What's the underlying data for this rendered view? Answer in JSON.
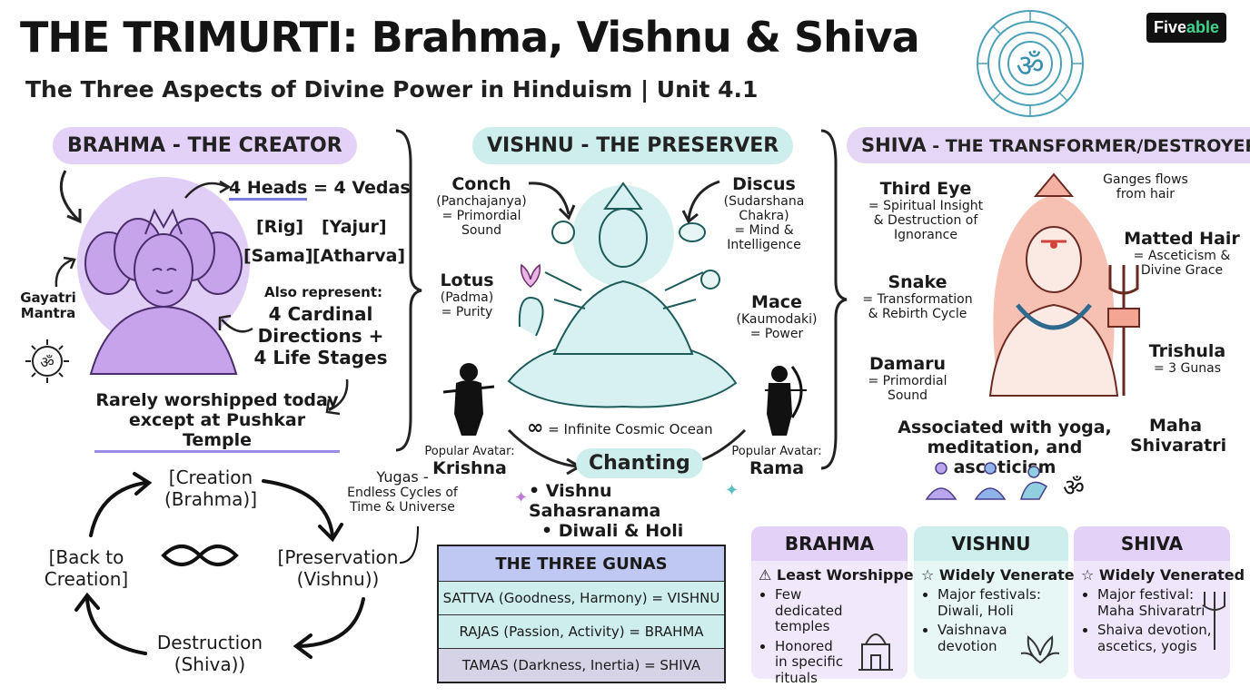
{
  "header": {
    "title": "THE TRIMURTI: Brahma, Vishnu & Shiva",
    "subtitle": "The Three Aspects of Divine Power in Hinduism | Unit 4.1",
    "brand_prefix": "Five",
    "brand_suffix": "able"
  },
  "brahma": {
    "heading": "BRAHMA - THE CREATOR",
    "heads_left": "4 Heads",
    "heads_right": " = 4 Vedas",
    "vedas": [
      "[Rig]",
      "[Yajur]",
      "[Sama]",
      "[Atharva]"
    ],
    "also_label": "Also represent:",
    "also_lines": [
      "4 Cardinal",
      "Directions +",
      "4 Life Stages"
    ],
    "gayatri": [
      "Gayatri",
      "Mantra"
    ],
    "note_lines": [
      "Rarely worshipped today",
      "except at Pushkar Temple"
    ]
  },
  "vishnu": {
    "heading": "VISHNU - THE PRESERVER",
    "conch": [
      "Conch",
      "(Panchajanya)",
      "= Primordial",
      "Sound"
    ],
    "discus": [
      "Discus",
      "(Sudarshana",
      "Chakra)",
      "= Mind &",
      "Intelligence"
    ],
    "lotus": [
      "Lotus",
      "(Padma)",
      "= Purity"
    ],
    "mace": [
      "Mace",
      "(Kaumodaki)",
      "= Power"
    ],
    "ocean": "= Infinite Cosmic Ocean",
    "avatar_left": [
      "Popular Avatar:",
      "Krishna"
    ],
    "avatar_right": [
      "Popular Avatar:",
      "Rama"
    ],
    "chanting": "Chanting",
    "chanting_items": [
      "• Vishnu Sahasranama",
      "• Diwali & Holi"
    ]
  },
  "shiva": {
    "heading_a": "SHIVA",
    "heading_b": " - THE TRANSFORMER/DESTROYER",
    "third_eye": [
      "Third Eye",
      "= Spiritual Insight",
      "& Destruction of",
      "Ignorance"
    ],
    "ganges": [
      "Ganges flows",
      "from hair"
    ],
    "matted": [
      "Matted Hair",
      "= Asceticism &",
      "Divine Grace"
    ],
    "snake": [
      "Snake",
      "= Transformation",
      "& Rebirth Cycle"
    ],
    "damaru": [
      "Damaru",
      "= Primordial",
      "Sound"
    ],
    "trishula": [
      "Trishula",
      "= 3 Gunas"
    ],
    "yoga": [
      "Associated with yoga,",
      "meditation, and asceticism"
    ],
    "festival": [
      "Maha",
      "Shivaratri"
    ]
  },
  "cycle": {
    "creation": [
      "[Creation",
      "(Brahma)]"
    ],
    "preservation": [
      "[Preservation",
      "(Vishnu))"
    ],
    "destruction": [
      "Destruction",
      "(Shiva))"
    ],
    "back": [
      "[Back to",
      "Creation]"
    ],
    "yugas": [
      "Yugas -",
      "Endless Cycles of",
      "Time & Universe"
    ]
  },
  "gunas": {
    "title": "THE THREE GUNAS",
    "rows": [
      "SATTVA (Goodness, Harmony) = VISHNU",
      "RAJAS (Passion, Activity) = BRAHMA",
      "TAMAS (Darkness, Inertia) = SHIVA"
    ]
  },
  "cards": [
    {
      "name": "BRAHMA",
      "status": "⚠ Least Worshipped",
      "items": [
        "Few dedicated temples",
        "Honored in specific rituals"
      ]
    },
    {
      "name": "VISHNU",
      "status": "☆ Widely Venerated",
      "items": [
        "Major festivals: Diwali, Holi",
        "Vaishnava devotion"
      ]
    },
    {
      "name": "SHIVA",
      "status": "☆ Widely Venerated",
      "items": [
        "Major festival: Maha Shivaratri",
        "Shaiva devotion, ascetics, yogis"
      ]
    }
  ],
  "colors": {
    "brahma": "#b98fe0",
    "brahma_pill": "#e3d1f7",
    "vishnu": "#8fd6d0",
    "vishnu_pill": "#cdeeed",
    "shiva": "#e98a7a",
    "shiva_pill": "#e6d6f6",
    "gunas_head": "#bfc8f2",
    "gunas_row": "#cdeeed"
  }
}
